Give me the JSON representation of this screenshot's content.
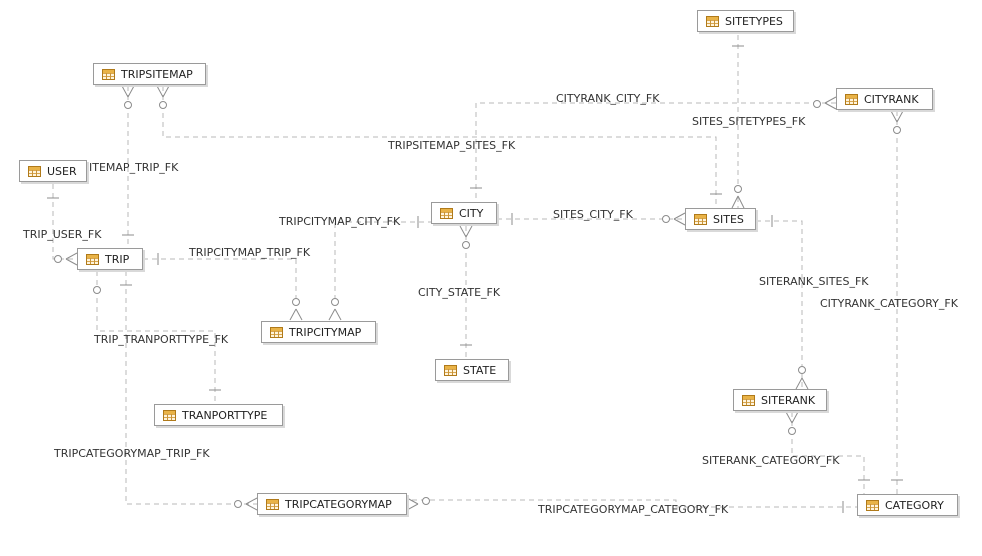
{
  "entities": {
    "sitetypes": "SITETYPES",
    "tripsitemap": "TRIPSITEMAP",
    "cityrank": "CITYRANK",
    "user": "USER",
    "city": "CITY",
    "sites": "SITES",
    "trip": "TRIP",
    "tripcitymap": "TRIPCITYMAP",
    "state": "STATE",
    "siterank": "SITERANK",
    "tranporttype": "TRANPORTTYPE",
    "tripcategorymap": "TRIPCATEGORYMAP",
    "category": "CATEGORY"
  },
  "relationships": {
    "cityrank_city_fk": "CITYRANK_CITY_FK",
    "sites_sitetypes_fk": "SITES_SITETYPES_FK",
    "tripsitemap_sites_fk": "TRIPSITEMAP_SITES_FK",
    "tripsitemap_trip_fk": "ITEMAP_TRIP_FK",
    "tripcitymap_city_fk": "TRIPCITYMAP_CITY_FK",
    "sites_city_fk": "SITES_CITY_FK",
    "trip_user_fk": "TRIP_USER_FK",
    "tripcitymap_trip_fk": "TRIPCITYMAP_TRIP_FK",
    "siterank_sites_fk": "SITERANK_SITES_FK",
    "cityrank_category_fk": "CITYRANK_CATEGORY_FK",
    "city_state_fk": "CITY_STATE_FK",
    "trip_tranporttype_fk": "TRIP_TRANPORTTYPE_FK",
    "siterank_category_fk": "SITERANK_CATEGORY_FK",
    "tripcategorymap_trip_fk": "TRIPCATEGORYMAP_TRIP_FK",
    "tripcategorymap_category_fk": "TRIPCATEGORYMAP_CATEGORY_FK"
  }
}
